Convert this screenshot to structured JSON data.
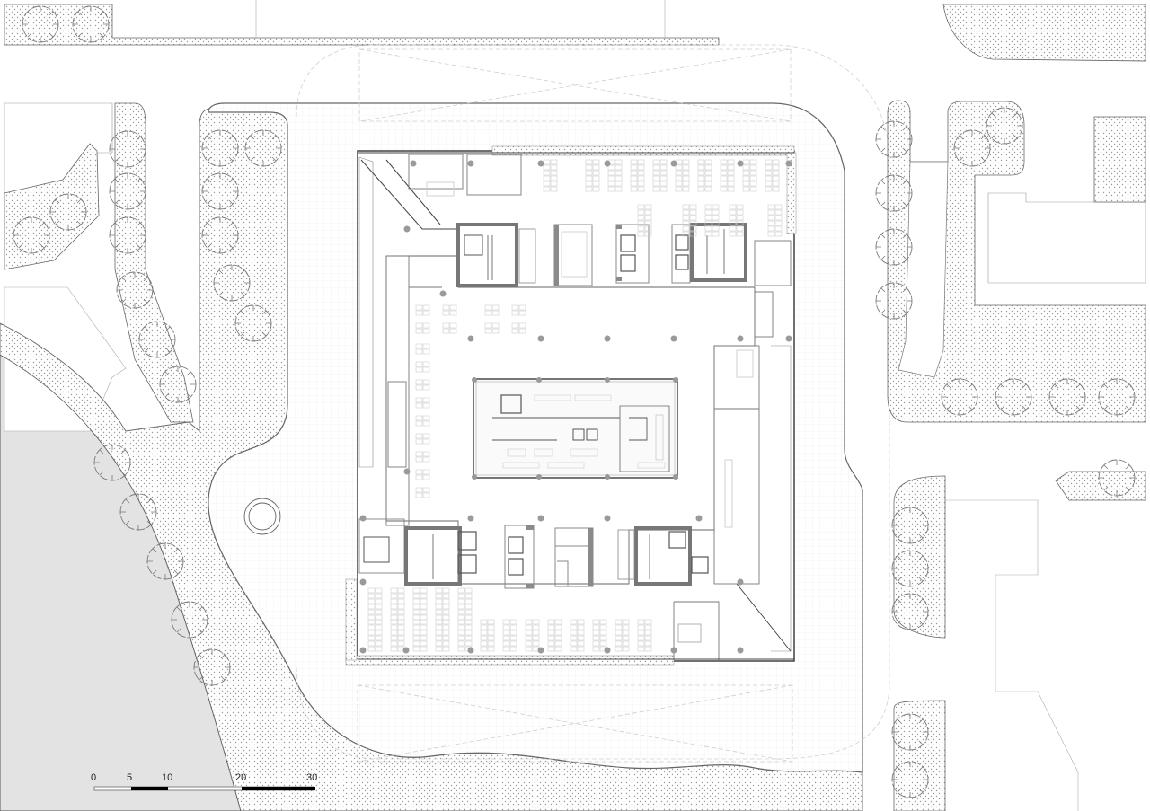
{
  "drawing": {
    "type": "architectural site plan / ground floor plan",
    "colors": {
      "background": "#ffffff",
      "line": "#555555",
      "light_line": "#b5b5b5",
      "wall_fill": "#8a8a8a",
      "column": "#9a9a9a",
      "planting_dots": "#9a9a9a",
      "water_area": "#e3e3e3",
      "paving_grid": "#eeeeee"
    },
    "elements": {
      "building": "square building with central atrium and inner kitchen/service block",
      "trees": "circular tree symbols in dotted planting beds",
      "water": "grey water body at lower left",
      "fountain": "circular feature on west plaza",
      "cores": "stair/elevator cores at four corners of atrium"
    }
  },
  "scale_bar": {
    "labels": [
      "0",
      "5",
      "10",
      "20",
      "30"
    ],
    "units": "m"
  }
}
